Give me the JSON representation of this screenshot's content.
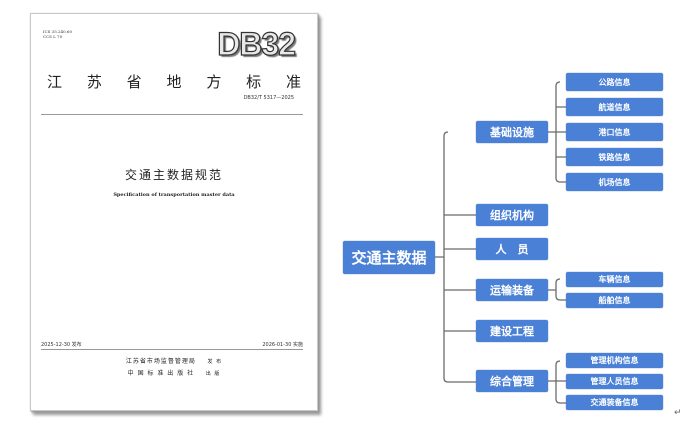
{
  "cover": {
    "ics": "ICS 35.240.60",
    "ccs": "CCS L 70",
    "logo": "DB32",
    "province_standard": [
      "江",
      "苏",
      "省",
      "地",
      "方",
      "标",
      "准"
    ],
    "code": "DB32/T 5317—2025",
    "title": "交通主数据规范",
    "title_en": "Specification of transportation master data",
    "release_date": "2025-12-30 发布",
    "implement_date": "2026-01-30 实施",
    "issuer": "江苏省市场监督管理局",
    "issuer_action": "发 布",
    "publisher": "中 国 标 准 出 版 社",
    "publisher_action": "出 版"
  },
  "diagram": {
    "root": "交通主数据",
    "branches": [
      {
        "label": "基础设施",
        "children": [
          "公路信息",
          "航道信息",
          "港口信息",
          "铁路信息",
          "机场信息"
        ]
      },
      {
        "label": "组织机构",
        "children": []
      },
      {
        "label": "人　员",
        "children": []
      },
      {
        "label": "运输装备",
        "children": [
          "车辆信息",
          "船舶信息"
        ]
      },
      {
        "label": "建设工程",
        "children": []
      },
      {
        "label": "综合管理",
        "children": [
          "管理机构信息",
          "管理人员信息",
          "交通装备信息"
        ]
      }
    ],
    "box_color": "#4a80d6"
  },
  "paragraph_mark": "↵"
}
